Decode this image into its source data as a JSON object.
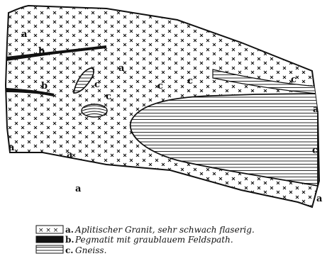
{
  "figure": {
    "rock_labels": {
      "a": "a",
      "b": "b",
      "c": "c"
    },
    "legend": [
      {
        "key": "a.",
        "text": "Aplitischer Granit, sehr schwach flaserig.",
        "pattern": "cross-hatch"
      },
      {
        "key": "b.",
        "text": "Pegmatit mit graublauem Feldspath.",
        "pattern": "solid-black"
      },
      {
        "key": "c.",
        "text": "Gneiss.",
        "pattern": "horizontal-lines"
      }
    ],
    "colors": {
      "ink": "#111111",
      "paper": "#ffffff"
    }
  }
}
